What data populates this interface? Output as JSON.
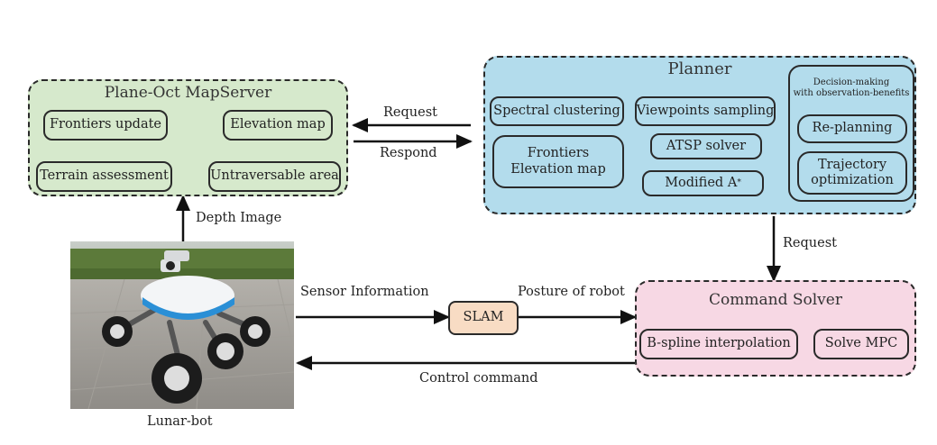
{
  "mapserver": {
    "title": "Plane-Oct MapServer",
    "frontiers_update": "Frontiers update",
    "elevation_map": "Elevation map",
    "terrain_assessment": "Terrain assessment",
    "untraversable_area": "Untraversable area"
  },
  "planner": {
    "title": "Planner",
    "spectral_clustering": "Spectral clustering",
    "viewpoints_sampling": "Viewpoints sampling",
    "frontiers_line1": "Frontiers",
    "frontiers_line2": "Elevation map",
    "atsp_solver": "ATSP solver",
    "modified_a": "Modified A",
    "modified_a_sup": "*",
    "decision_line1": "Decision-making",
    "decision_line2": "with observation-benefits",
    "replanning": "Re-planning",
    "traj_line1": "Trajectory",
    "traj_line2": "optimization"
  },
  "solver": {
    "title": "Command Solver",
    "bspline": "B-spline interpolation",
    "mpc": "Solve MPC"
  },
  "slam": "SLAM",
  "edges": {
    "request_top": "Request",
    "respond": "Respond",
    "request_down": "Request",
    "depth_image": "Depth Image",
    "sensor_info": "Sensor Information",
    "posture": "Posture of robot",
    "control": "Control command"
  },
  "robot_caption": "Lunar-bot",
  "colors": {
    "mapserver_fill": "#d6e9cc",
    "planner_fill": "#b3dcec",
    "solver_fill": "#f7d8e4",
    "slam_fill": "#f8dcc4"
  }
}
